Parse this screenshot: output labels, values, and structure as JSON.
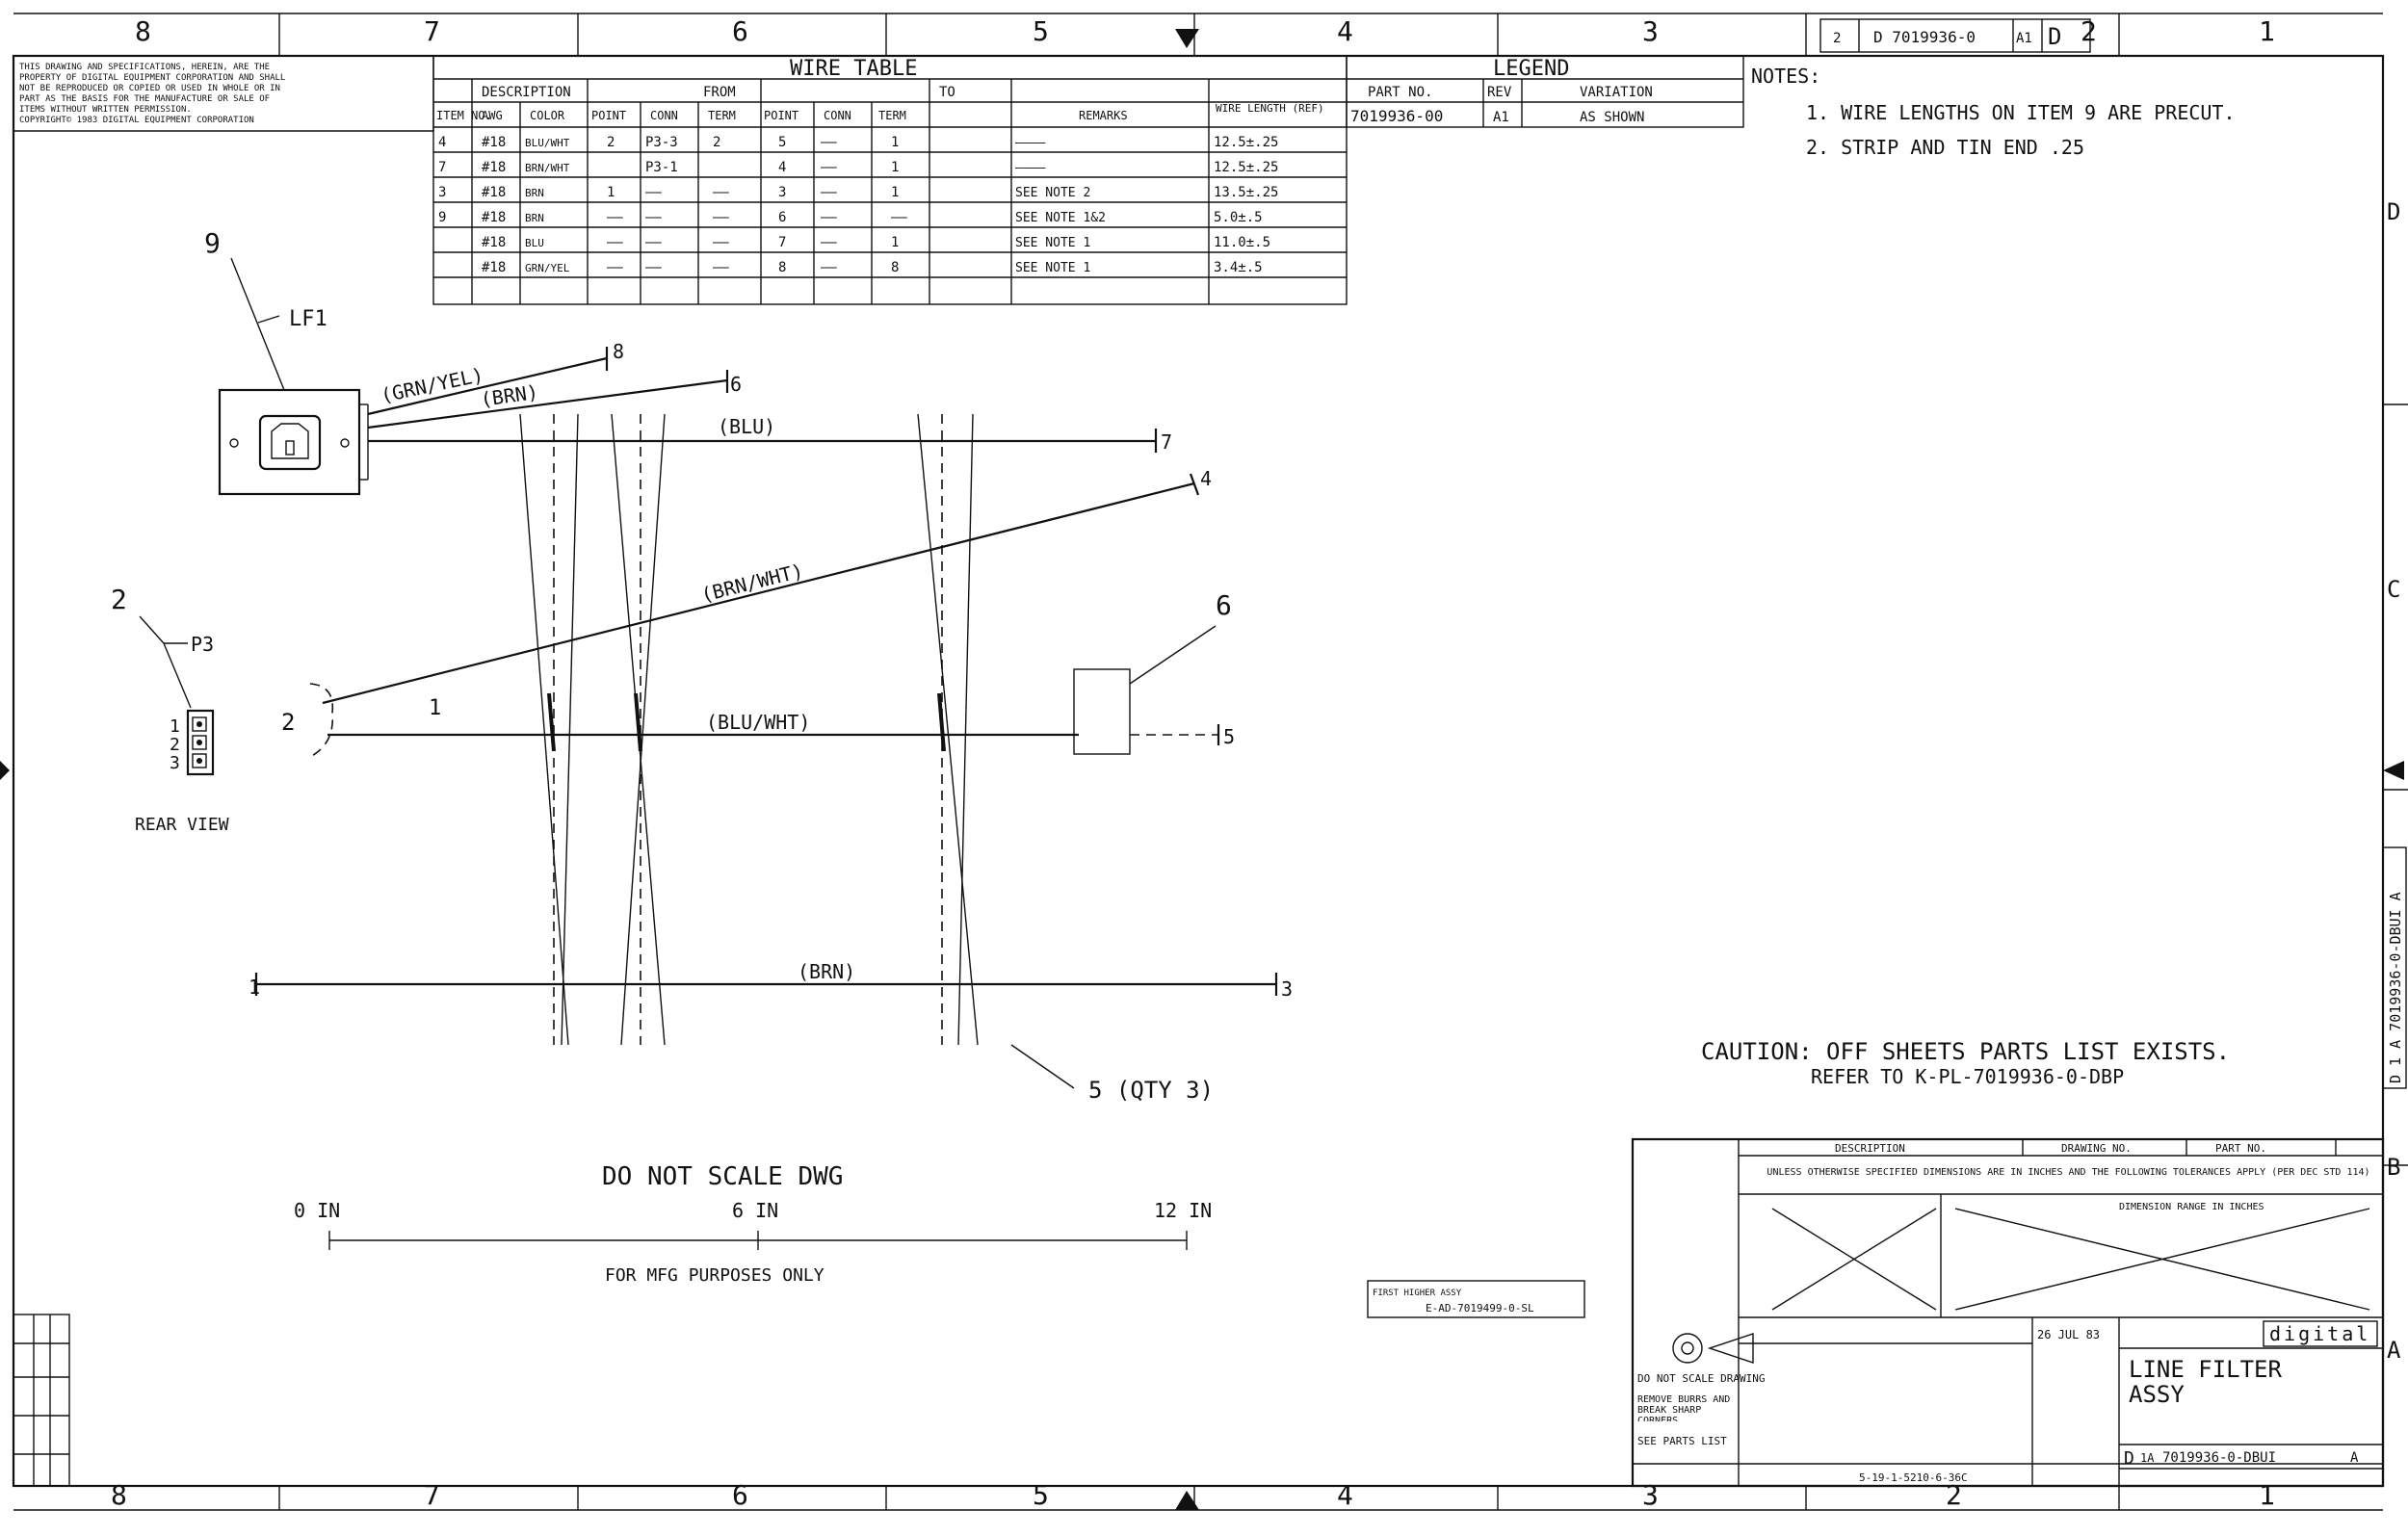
{
  "zones": {
    "top": [
      "8",
      "7",
      "6",
      "5",
      "4",
      "3",
      "2",
      "1"
    ],
    "bottom": [
      "8",
      "7",
      "6",
      "5",
      "4",
      "3",
      "2",
      "1"
    ],
    "right": [
      "D",
      "C",
      "B",
      "A"
    ]
  },
  "proprietary_notice": [
    "THIS DRAWING AND SPECIFICATIONS, HEREIN, ARE THE",
    "PROPERTY OF DIGITAL EQUIPMENT CORPORATION AND SHALL",
    "NOT BE REPRODUCED OR COPIED OR USED IN WHOLE OR IN",
    "PART AS THE BASIS FOR THE MANUFACTURE OR SALE OF",
    "ITEMS WITHOUT WRITTEN PERMISSION.",
    "COPYRIGHT© 1983   DIGITAL EQUIPMENT CORPORATION"
  ],
  "top_box": {
    "drawing_no": "D 7019936-0",
    "rev": "A1",
    "size": "D",
    "sheet": "2"
  },
  "wire_table": {
    "title": "WIRE TABLE",
    "group_headers": {
      "description": "DESCRIPTION",
      "from": "FROM",
      "to": "TO"
    },
    "headers": {
      "item": "ITEM NO.",
      "awg": "AWG",
      "color": "COLOR",
      "from_point": "POINT",
      "from_conn": "CONN",
      "from_term": "TERM",
      "to_point": "POINT",
      "to_conn": "CONN",
      "to_term": "TERM",
      "remarks": "REMARKS",
      "length": "WIRE LENGTH (REF)"
    },
    "rows": [
      {
        "item": "4",
        "awg": "#18",
        "color": "BLU/WHT",
        "from_point": "2",
        "from_conn": "P3-3",
        "from_term": "2",
        "to_point": "5",
        "to_conn": "——",
        "to_term": "1",
        "remarks": "————",
        "length": "12.5±.25"
      },
      {
        "item": "7",
        "awg": "#18",
        "color": "BRN/WHT",
        "from_point": "",
        "from_conn": "P3-1",
        "from_term": "",
        "to_point": "4",
        "to_conn": "——",
        "to_term": "1",
        "remarks": "————",
        "length": "12.5±.25"
      },
      {
        "item": "3",
        "awg": "#18",
        "color": "BRN",
        "from_point": "1",
        "from_conn": "——",
        "from_term": "——",
        "to_point": "3",
        "to_conn": "——",
        "to_term": "1",
        "remarks": "SEE NOTE 2",
        "length": "13.5±.25"
      },
      {
        "item": "9",
        "awg": "#18",
        "color": "BRN",
        "from_point": "——",
        "from_conn": "——",
        "from_term": "——",
        "to_point": "6",
        "to_conn": "——",
        "to_term": "——",
        "remarks": "SEE NOTE 1&2",
        "length": "5.0±.5"
      },
      {
        "item": "",
        "awg": "#18",
        "color": "BLU",
        "from_point": "——",
        "from_conn": "——",
        "from_term": "——",
        "to_point": "7",
        "to_conn": "——",
        "to_term": "1",
        "remarks": "SEE NOTE 1",
        "length": "11.0±.5"
      },
      {
        "item": "",
        "awg": "#18",
        "color": "GRN/YEL",
        "from_point": "——",
        "from_conn": "——",
        "from_term": "——",
        "to_point": "8",
        "to_conn": "——",
        "to_term": "8",
        "remarks": "SEE NOTE 1",
        "length": "3.4±.5"
      }
    ]
  },
  "legend": {
    "title": "LEGEND",
    "headers": {
      "part_no": "PART NO.",
      "rev": "REV",
      "variation": "VARIATION"
    },
    "row": {
      "part_no": "7019936-00",
      "rev": "A1",
      "variation": "AS SHOWN"
    }
  },
  "notes": {
    "title": "NOTES:",
    "items": [
      "1. WIRE LENGTHS ON ITEM 9 ARE PRECUT.",
      "2. STRIP AND TIN END .25"
    ]
  },
  "diagram": {
    "item9": "9",
    "lf1": "LF1",
    "wire_grn_yel": "(GRN/YEL)",
    "wire_brn_top": "(BRN)",
    "wire_blu": "(BLU)",
    "wire_brn_wht": "(BRN/WHT)",
    "wire_blu_wht": "(BLU/WHT)",
    "wire_brn_bottom": "(BRN)",
    "end8": "8",
    "end6": "6",
    "end7": "7",
    "end4": "4",
    "end5": "5",
    "end3": "3",
    "end1_bottom": "1",
    "end1_mid": "1",
    "point2_conn": "2",
    "item2": "2",
    "p3": "P3",
    "p3_pins": [
      "1",
      "2",
      "3"
    ],
    "rear_view": "REAR VIEW",
    "item6": "6",
    "item5_qty": "5 (QTY 3)"
  },
  "scale": {
    "do_not_scale": "DO NOT SCALE DWG",
    "zero": "0 IN",
    "six": "6 IN",
    "twelve": "12 IN",
    "for_mfg": "FOR MFG PURPOSES ONLY"
  },
  "caution": {
    "line1": "CAUTION: OFF SHEETS PARTS LIST EXISTS.",
    "line2": "REFER TO K-PL-7019936-0-DBP"
  },
  "side_tag": "D 1 A 7019936-0-DBUI A",
  "title_block": {
    "description_hdr": "DESCRIPTION",
    "drawing_no_hdr": "DRAWING NO.",
    "part_no_hdr": "PART NO.",
    "tolerance_note": "UNLESS OTHERWISE SPECIFIED DIMENSIONS ARE IN INCHES AND THE FOLLOWING TOLERANCES APPLY (PER DEC STD 114)",
    "dimension_range": "DIMENSION RANGE IN INCHES",
    "first_higher_assy": "E-AD-7019499-0-SL",
    "do_not_scale": "DO NOT SCALE DRAWING",
    "remove_burrs": "REMOVE BURRS AND BREAK SHARP CORNERS",
    "date": "26 JUL 83",
    "logo": "digital",
    "title1": "LINE FILTER",
    "title2": "ASSY",
    "size": "D",
    "code": "1A",
    "number": "7019936-0-DBUI",
    "rev": "A",
    "see_parts_list": "SEE PARTS LIST",
    "note_bottom": "5-19-1-5210-6-36C"
  }
}
